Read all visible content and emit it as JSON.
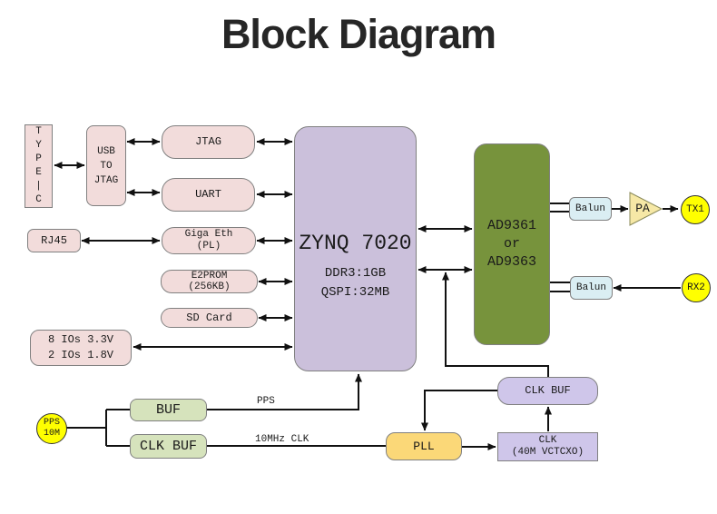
{
  "title": "Block Diagram",
  "colors": {
    "pink": "#F2DCDB",
    "lavender": "#CBC0DB",
    "lilac": "#CFC6EA",
    "olive": "#77933C",
    "lightblue": "#DAEEF3",
    "lightgreen": "#D6E3BC",
    "gold": "#FBD878",
    "palegold": "#F6E8A6",
    "yellow": "#FFFF00",
    "wire": "#111111",
    "border": "#808080",
    "title_color": "#262626"
  },
  "blocks": {
    "type_c": {
      "label": "T\nY\nP\nE\n|\nC"
    },
    "usb_to_jtag": {
      "label": "USB\nTO\nJTAG"
    },
    "jtag": {
      "label": "JTAG"
    },
    "uart": {
      "label": "UART"
    },
    "rj45": {
      "label": "RJ45"
    },
    "giga_eth": {
      "label": "Giga Eth\n(PL)"
    },
    "e2prom": {
      "label": "E2PROM\n(256KB)"
    },
    "sd_card": {
      "label": "SD Card"
    },
    "ios": {
      "label": "8 IOs 3.3V\n2 IOs 1.8V"
    },
    "zynq": {
      "title": "ZYNQ 7020",
      "memory": "DDR3:1GB\nQSPI:32MB"
    },
    "ad936x": {
      "label": "AD9361\nor\nAD9363"
    },
    "balun_tx": {
      "label": "Balun"
    },
    "pa": {
      "label": "PA"
    },
    "tx1": {
      "label": "TX1"
    },
    "balun_rx": {
      "label": "Balun"
    },
    "rx2": {
      "label": "RX2"
    },
    "pps_source": {
      "label": "PPS\n10M"
    },
    "buf": {
      "label": "BUF"
    },
    "clk_buf_green": {
      "label": "CLK BUF"
    },
    "pll": {
      "label": "PLL"
    },
    "clk_buf_purple": {
      "label": "CLK BUF"
    },
    "clk_vctcxo": {
      "label": "CLK\n(40M VCTCXO)"
    }
  },
  "wire_labels": {
    "pps": "PPS",
    "clk10m": "10MHz CLK"
  }
}
